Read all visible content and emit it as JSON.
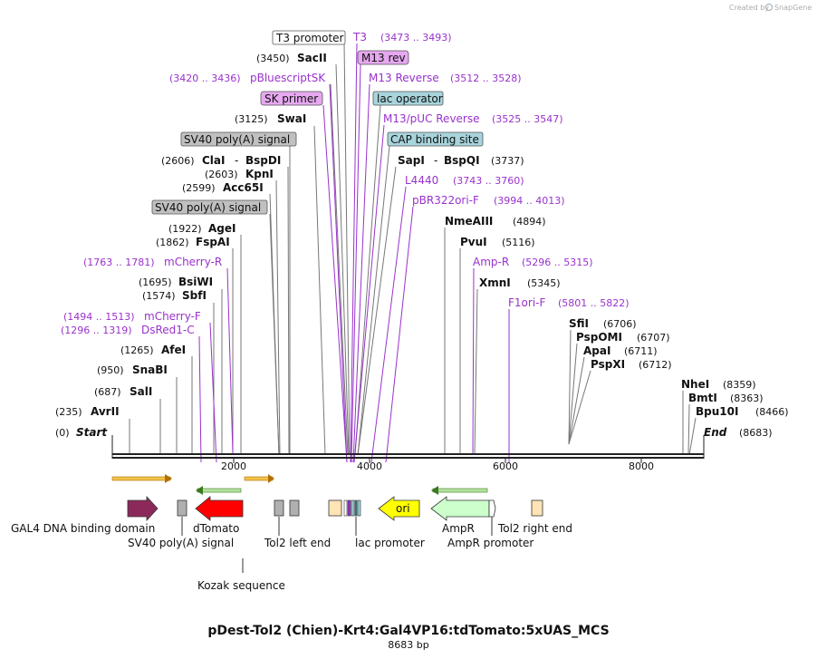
{
  "credit": "Created by",
  "brand": "SnapGene",
  "title": "pDest-Tol2 (Chien)-Krt4:Gal4VP16:tdTomato:5xUAS_MCS",
  "subtitle": "8683 bp",
  "colors": {
    "primer": "#9932CC",
    "backbone": "#222222",
    "gal4": "#8B2A5A",
    "dtomato": "#FF0000",
    "ori": "#FFFF00",
    "ampr": "#CCFFCC",
    "polyA": "#B0B0B0",
    "tol2": "#FFE4B5",
    "misc_feature": "#C8A000",
    "lacop": "#9FCFD8"
  },
  "start_label": "Start",
  "start_pos": "(0)",
  "end_label": "End",
  "end_pos": "(8683)",
  "axis_ticks": [
    "2000",
    "4000",
    "6000",
    "8000"
  ],
  "enzymes": [
    {
      "name": "AvrII",
      "pos": "(235)"
    },
    {
      "name": "SalI",
      "pos": "(687)"
    },
    {
      "name": "SnaBI",
      "pos": "(950)"
    },
    {
      "name": "AfeI",
      "pos": "(1265)"
    },
    {
      "name": "SbfI",
      "pos": "(1574)"
    },
    {
      "name": "BsiWI",
      "pos": "(1695)"
    },
    {
      "name": "FspAI",
      "pos": "(1862)"
    },
    {
      "name": "AgeI",
      "pos": "(1922)"
    },
    {
      "name": "Acc65I",
      "pos": "(2599)"
    },
    {
      "name": "KpnI",
      "pos": "(2603)"
    },
    {
      "name": "ClaI",
      "pos": "(2606)"
    },
    {
      "name": "BspDI",
      "pos": ""
    },
    {
      "name": "SwaI",
      "pos": "(3125)"
    },
    {
      "name": "SacII",
      "pos": "(3450)"
    },
    {
      "name": "SapI",
      "pos": ""
    },
    {
      "name": "BspQI",
      "pos": "(3737)"
    },
    {
      "name": "NmeAIII",
      "pos": "(4894)"
    },
    {
      "name": "PvuI",
      "pos": "(5116)"
    },
    {
      "name": "XmnI",
      "pos": "(5345)"
    },
    {
      "name": "SfiI",
      "pos": "(6706)"
    },
    {
      "name": "PspOMI",
      "pos": "(6707)"
    },
    {
      "name": "ApaI",
      "pos": "(6711)"
    },
    {
      "name": "PspXI",
      "pos": "(6712)"
    },
    {
      "name": "NheI",
      "pos": "(8359)"
    },
    {
      "name": "BmtI",
      "pos": "(8363)"
    },
    {
      "name": "Bpu10I",
      "pos": "(8466)"
    }
  ],
  "primers": [
    {
      "name": "DsRed1-C",
      "pos": "(1296 .. 1319)"
    },
    {
      "name": "mCherry-F",
      "pos": "(1494 .. 1513)"
    },
    {
      "name": "mCherry-R",
      "pos": "(1763 .. 1781)"
    },
    {
      "name": "pBluescriptSK",
      "pos": "(3420 .. 3436)"
    },
    {
      "name": "SK primer",
      "pos": ""
    },
    {
      "name": "T3",
      "pos": "(3473 .. 3493)"
    },
    {
      "name": "M13 rev",
      "pos": ""
    },
    {
      "name": "M13 Reverse",
      "pos": "(3512 .. 3528)"
    },
    {
      "name": "M13/pUC Reverse",
      "pos": "(3525 .. 3547)"
    },
    {
      "name": "L4440",
      "pos": "(3743 .. 3760)"
    },
    {
      "name": "pBR322ori-F",
      "pos": "(3994 .. 4013)"
    },
    {
      "name": "Amp-R",
      "pos": "(5296 .. 5315)"
    },
    {
      "name": "F1ori-F",
      "pos": "(5801 .. 5822)"
    }
  ],
  "boxed_features": [
    {
      "name": "T3 promoter"
    },
    {
      "name": "SV40 poly(A) signal"
    },
    {
      "name": "SV40 poly(A) signal"
    },
    {
      "name": "lac operator"
    },
    {
      "name": "CAP binding site"
    }
  ],
  "feature_labels": [
    {
      "name": "GAL4 DNA binding domain"
    },
    {
      "name": "dTomato"
    },
    {
      "name": "SV40 poly(A) signal"
    },
    {
      "name": "Tol2 left end"
    },
    {
      "name": "lac promoter"
    },
    {
      "name": "AmpR"
    },
    {
      "name": "AmpR promoter"
    },
    {
      "name": "Tol2 right end"
    },
    {
      "name": "Kozak sequence"
    },
    {
      "name": "ori"
    }
  ]
}
